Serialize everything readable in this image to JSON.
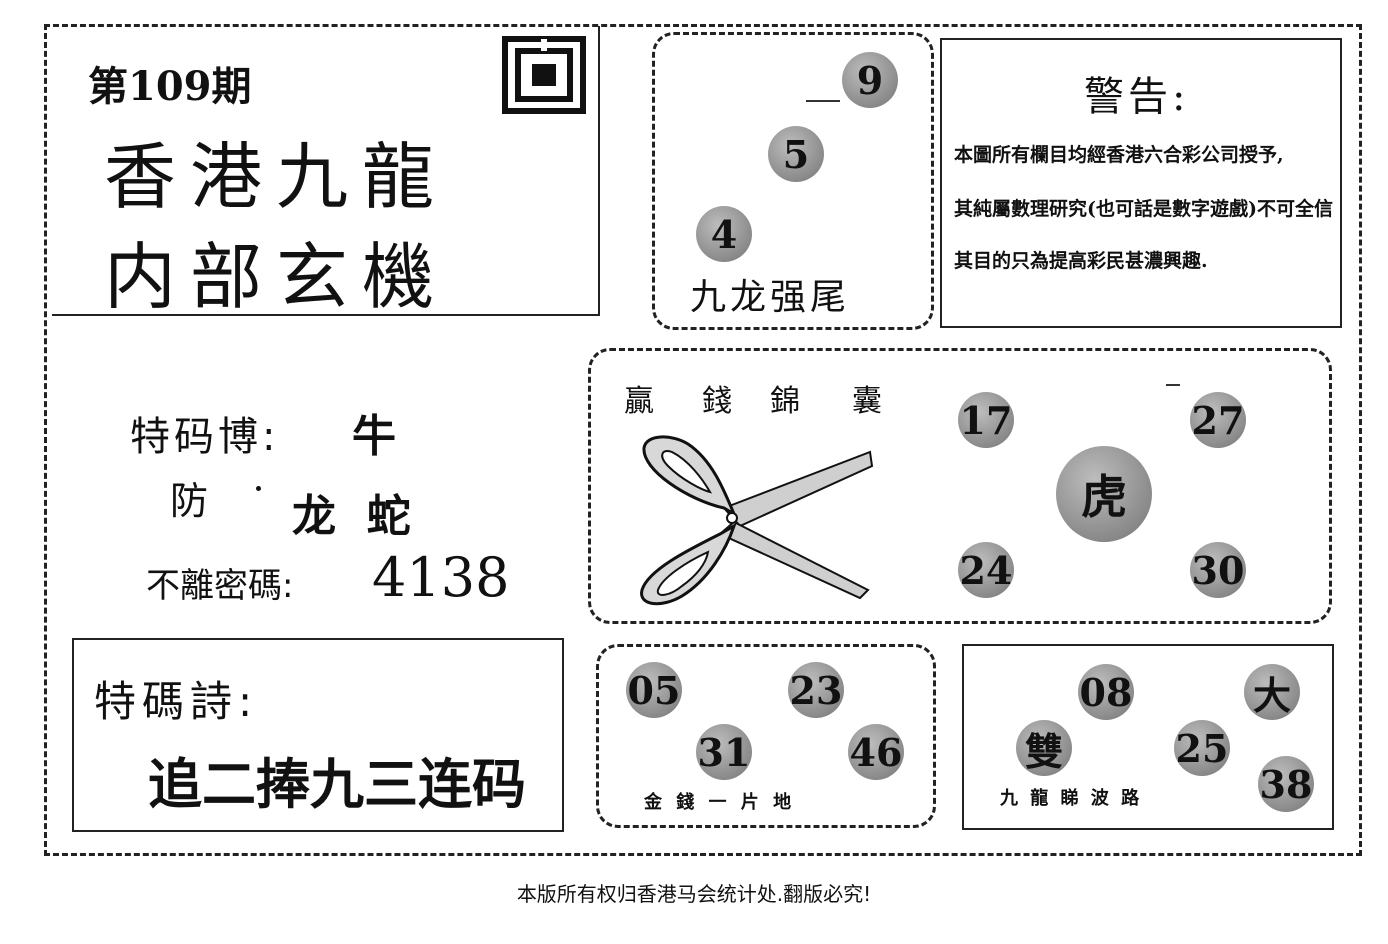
{
  "header": {
    "issue": "第109期",
    "title_line1": "香港九龍",
    "title_line2": "内部玄機"
  },
  "top_middle": {
    "balls": [
      "9",
      "5",
      "4"
    ],
    "caption": "九龙强尾"
  },
  "warning": {
    "title": "警告:",
    "lines": [
      "本圖所有欄目均經香港六合彩公司授予,",
      "其純屬數理研究(也可話是數字遊戲)不可全信",
      "其目的只為提高彩民甚濃興趣."
    ]
  },
  "specials": {
    "bo_label": "特码博:",
    "bo_value": "牛",
    "fang_label": "防",
    "fang_values": "龙  蛇",
    "code_label": "不離密碼:",
    "code_value": "4138"
  },
  "poem": {
    "label": "特碼詩:",
    "text": "追二捧九三连码"
  },
  "center_panel": {
    "chars": [
      "贏",
      "錢",
      "錦",
      "囊"
    ],
    "balls": [
      "17",
      "27",
      "24",
      "30"
    ],
    "center_ball": "虎"
  },
  "bottom_mid": {
    "balls": [
      "05",
      "23",
      "31",
      "46"
    ],
    "caption": "金 錢 一 片 地"
  },
  "bottom_right": {
    "balls": [
      "08",
      "大",
      "雙",
      "25",
      "38"
    ],
    "caption": "九 龍 睇 波 路"
  },
  "footer": {
    "text": "本版所有权归香港马会统计处.翻版必究!"
  }
}
